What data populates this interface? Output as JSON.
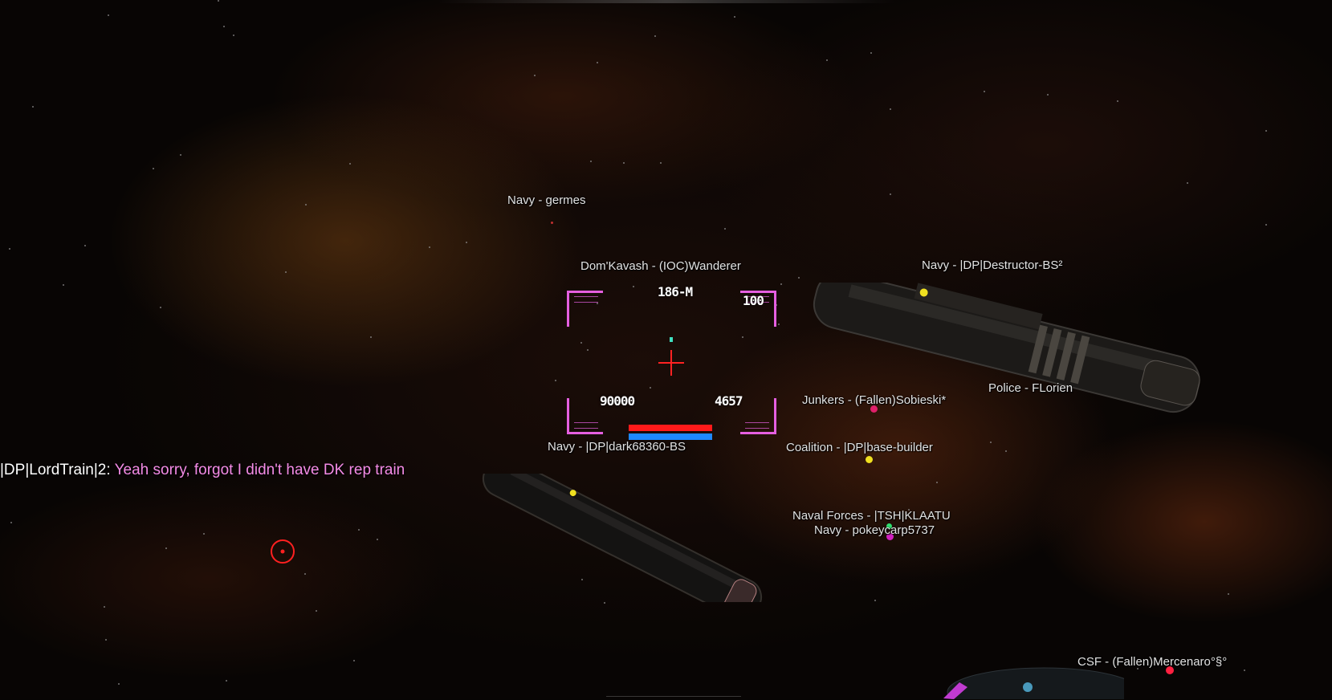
{
  "colors": {
    "hud_bracket": "#e55fe0",
    "crosshair": "#ff2222",
    "hull_bar": "#ff1a1a",
    "shield_bar": "#1e88ff",
    "chat_message": "#f38be6",
    "label_text": "#e2e2e2"
  },
  "target_hud": {
    "ship_label": "186-M",
    "top_right_value": "100",
    "bottom_left_value": "90000",
    "bottom_right_value": "4657",
    "hull_fill": 1.0,
    "shield_fill": 1.0
  },
  "contacts": [
    {
      "text": "Navy - germes"
    },
    {
      "text": "Dom'Kavash - (IOC)Wanderer"
    },
    {
      "text": "Navy - |DP|Destructor-BS²"
    },
    {
      "text": "Junkers - (Fallen)Sobieski*"
    },
    {
      "text": "Police - FLorien"
    },
    {
      "text": "Navy - |DP|dark68360-BS"
    },
    {
      "text": "Coalition - |DP|base-builder"
    },
    {
      "text": "Naval Forces  - |TSH|KLAATU"
    },
    {
      "text": "Navy - pokeycarp5737"
    },
    {
      "text": "CSF - (Fallen)Mercenaro°§°"
    }
  ],
  "chat": {
    "speaker": "|DP|LordTrain|2: ",
    "message": "Yeah sorry, forgot I didn't have DK rep train"
  },
  "icons": {
    "crosshair": "crosshair-icon",
    "waypoint": "waypoint-marker-icon"
  }
}
